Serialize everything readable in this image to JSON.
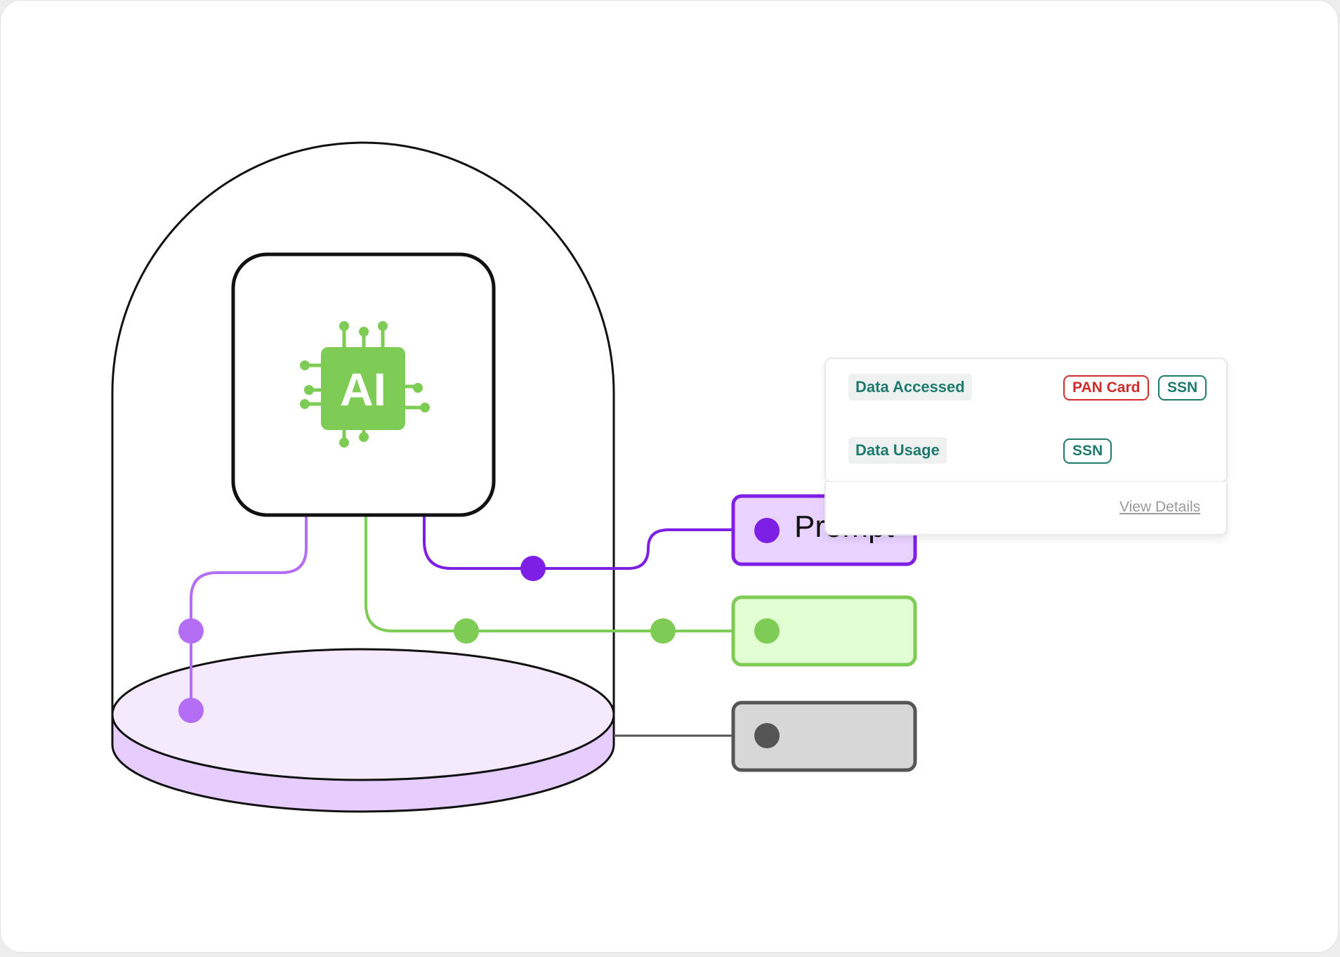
{
  "diagram": {
    "chip_label": "AI",
    "nodes": {
      "prompt": {
        "label": "Prompt",
        "color": "#7e1fe6",
        "fill": "#e8d2ff"
      },
      "green": {
        "label": "",
        "color": "#7ecb55",
        "fill": "#e1fdd2"
      },
      "gray": {
        "label": "",
        "color": "#555555",
        "fill": "#d7d7d7"
      }
    },
    "base_color": "#b46ef5",
    "chip_color": "#7ecb55"
  },
  "info_panel": {
    "rows": [
      {
        "label": "Data Accessed",
        "tags": [
          {
            "text": "PAN Card",
            "style": "red"
          },
          {
            "text": "SSN",
            "style": "teal"
          }
        ]
      },
      {
        "label": "Data Usage",
        "tags": [
          {
            "text": "SSN",
            "style": "teal"
          }
        ]
      }
    ],
    "view_details": "View Details"
  }
}
